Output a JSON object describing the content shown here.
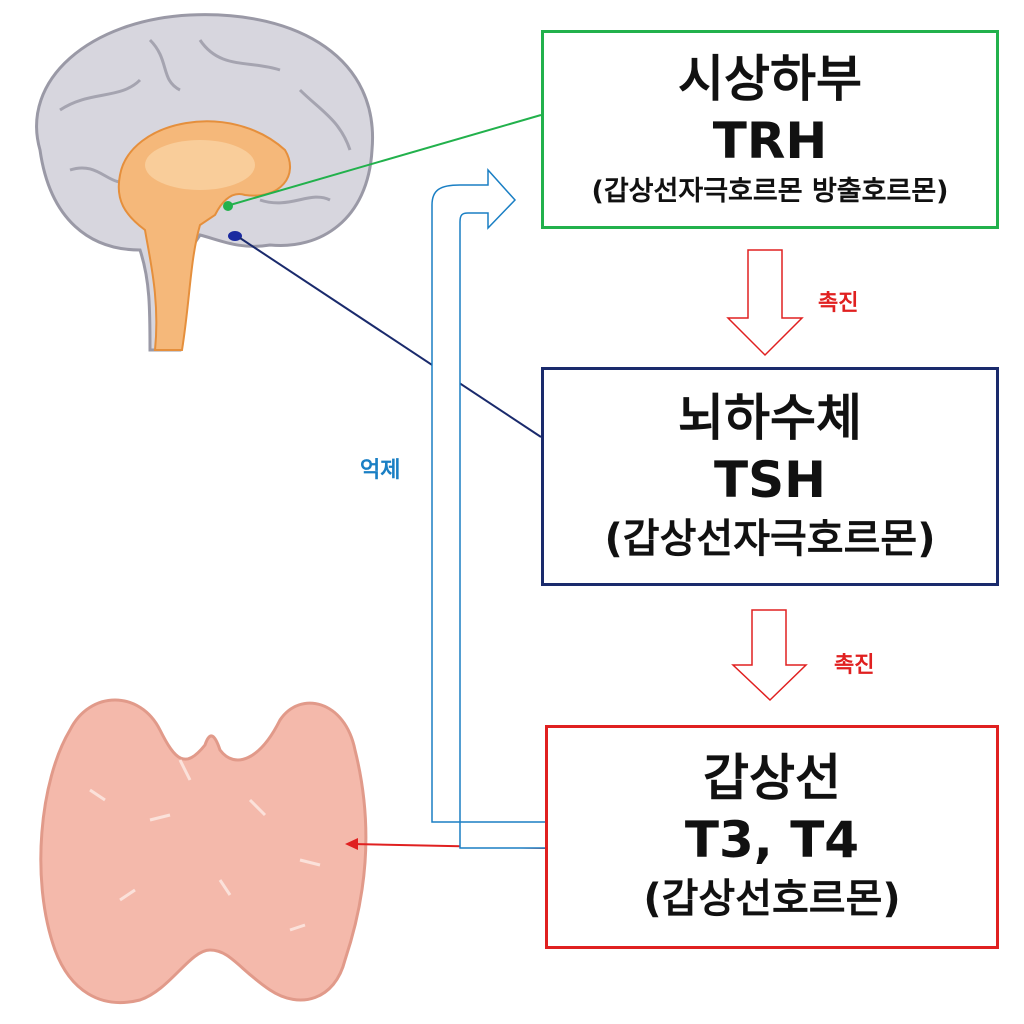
{
  "hypothalamus": {
    "title": "시상하부",
    "hormone": "TRH",
    "desc": "(갑상선자극호르몬 방출호르몬)"
  },
  "pituitary": {
    "title": "뇌하수체",
    "hormone": "TSH",
    "desc": "(갑상선자극호르몬)"
  },
  "thyroid": {
    "title": "갑상선",
    "hormone": "T3, T4",
    "desc": "(갑상선호르몬)"
  },
  "labels": {
    "stimulate1": "촉진",
    "stimulate2": "촉진",
    "inhibit": "억제"
  },
  "colors": {
    "hypothalamus": "#22b14c",
    "pituitary": "#1a2a6c",
    "thyroid": "#e02020",
    "stimulate": "#e02020",
    "inhibit": "#1a7fc4"
  }
}
